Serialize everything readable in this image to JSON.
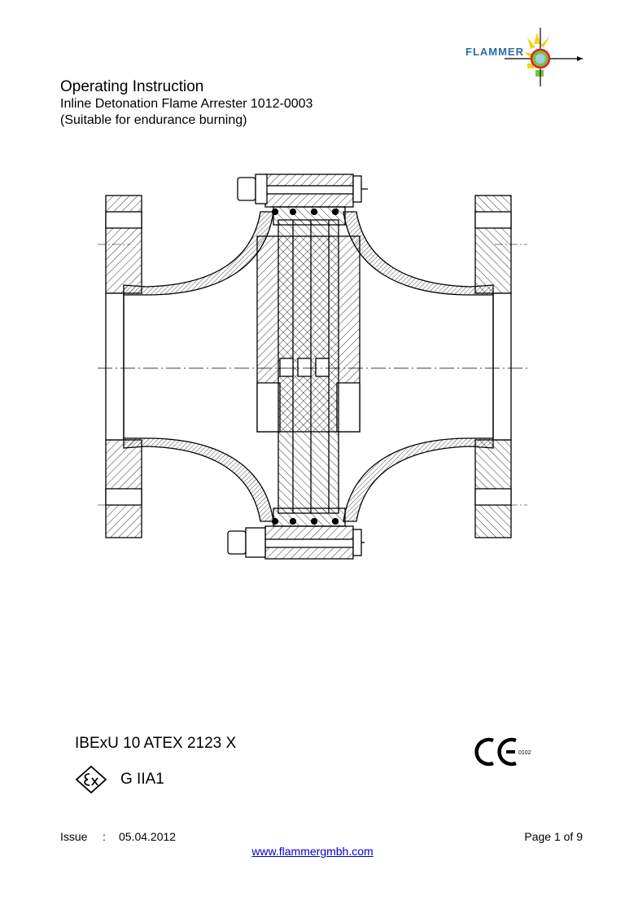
{
  "header": {
    "brand": "FLAMMER",
    "title": "Operating Instruction",
    "subtitle_line1": "Inline Detonation Flame Arrester 1012-0003",
    "subtitle_line2": "(Suitable for endurance burning)"
  },
  "certification": {
    "atex_number": "IBExU 10 ATEX 2123 X",
    "ce_notified_body": "0102",
    "ex_marking": "G IIA1"
  },
  "footer": {
    "issue_label": "Issue",
    "issue_separator": ":",
    "issue_date": "05.04.2012",
    "page_info": "Page 1 of 9",
    "website": "www.flammergmbh.com"
  },
  "colors": {
    "brand_blue": "#2a6ea6",
    "logo_red": "#e02020",
    "logo_yellow": "#f5d020",
    "logo_green": "#7fbf3f",
    "link_blue": "#0000cc"
  },
  "icons": {
    "brand_logo": "flammer-logo-icon",
    "ce": "ce-mark-icon",
    "ex": "ex-explosion-protection-icon"
  }
}
